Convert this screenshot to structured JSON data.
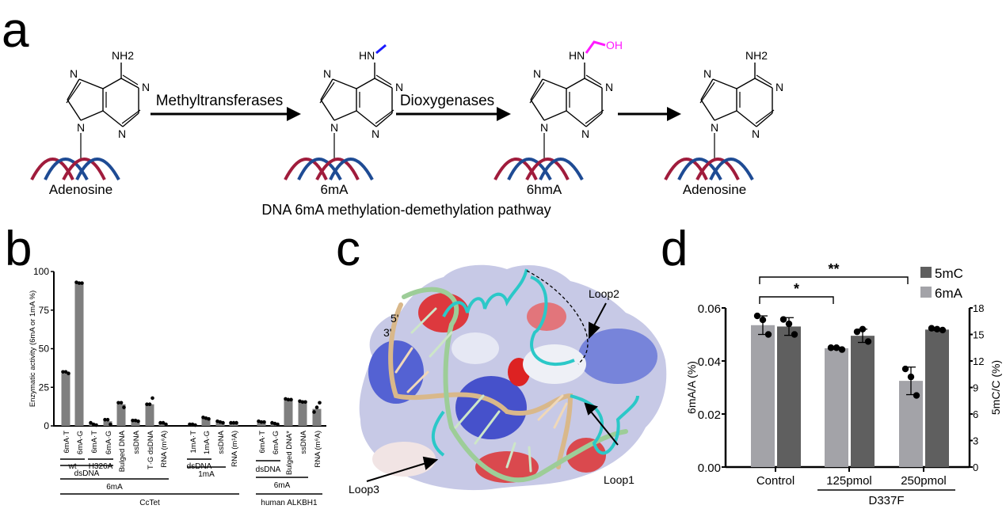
{
  "figure": {
    "panels": {
      "a": {
        "letter": "a",
        "molecules": [
          {
            "name": "Adenosine",
            "substituent": "NH2",
            "substituent_main": "NH",
            "substituent_sub": "2"
          },
          {
            "name": "6mA",
            "substituent": "HN"
          },
          {
            "name": "6hmA",
            "substituent": "HN",
            "tail": "OH"
          },
          {
            "name": "Adenosine",
            "substituent": "NH2",
            "substituent_main": "NH",
            "substituent_sub": "2"
          }
        ],
        "arrows": [
          {
            "label": "Methyltransferases"
          },
          {
            "label": "Dioxygenases"
          },
          {
            "label": ""
          }
        ],
        "ring_atom": "N",
        "caption": "DNA 6mA methylation-demethylation pathway",
        "colors": {
          "methyl": "#1a1aff",
          "hydroxymethyl": "#ff1aff",
          "dna_red": "#a01c3c",
          "dna_blue": "#1e4b94"
        }
      },
      "b": {
        "letter": "b"
      },
      "c": {
        "letter": "c",
        "labels": {
          "five_prime": "5'",
          "three_prime": "3'",
          "loop1": "Loop1",
          "loop2": "Loop2",
          "loop3": "Loop3"
        }
      },
      "d": {
        "letter": "d"
      }
    }
  },
  "chart_data": [
    {
      "panel": "b",
      "type": "bar",
      "ylabel": "Enzymatic activity (6mA or 1mA %)",
      "ylim": [
        0,
        100
      ],
      "yticks": [
        0,
        25,
        50,
        75,
        100
      ],
      "bar_color": "#7f7f7f",
      "categories": [
        "6mA·T",
        "6mA·G",
        "6mA·T",
        "6mA·G",
        "Bulged DNA",
        "ssDNA",
        "T·G dsDNA",
        "RNA (m⁶A)",
        "1mA·T",
        "1mA·G",
        "ssDNA",
        "RNA (m¹A)",
        "6mA·T",
        "6mA·G",
        "Bulged DNA*",
        "ssDNA",
        "RNA (m⁶A)"
      ],
      "values": [
        34,
        92.5,
        1.5,
        3,
        14,
        3,
        14,
        1.5,
        1,
        5,
        2.5,
        2,
        2.5,
        1.5,
        17,
        15.5,
        11
      ],
      "points": [
        [
          35,
          35,
          34
        ],
        [
          93,
          92.5,
          92.5
        ],
        [
          2,
          1,
          0.5
        ],
        [
          4,
          4,
          1
        ],
        [
          15,
          15,
          12
        ],
        [
          3.5,
          3.5,
          3
        ],
        [
          14,
          14,
          18
        ],
        [
          2,
          2,
          1
        ],
        [
          1,
          1,
          0.5
        ],
        [
          5.5,
          5,
          4.5
        ],
        [
          3,
          2.5,
          2
        ],
        [
          2,
          2,
          2
        ],
        [
          3,
          2.5,
          2.5
        ],
        [
          2,
          1.5,
          1
        ],
        [
          17.5,
          17,
          17
        ],
        [
          16,
          15.5,
          15.5
        ],
        [
          9,
          12,
          15
        ]
      ],
      "groups": [
        {
          "label": "wt",
          "level": 1,
          "from": 0,
          "to": 1
        },
        {
          "label": "H326A",
          "level": 1,
          "from": 2,
          "to": 3
        },
        {
          "label": "dsDNA",
          "level": 2,
          "from": 0,
          "to": 3
        },
        {
          "label": "6mA",
          "level": 3,
          "from": 0,
          "to": 7
        },
        {
          "label": "CcTet",
          "level": 4,
          "from": 0,
          "to": 11
        },
        {
          "label": "dsDNA",
          "level": 1,
          "from": 8,
          "to": 9
        },
        {
          "label": "1mA",
          "level": 2,
          "from": 8,
          "to": 10
        },
        {
          "label": "dsDNA",
          "level": 1,
          "from": 12,
          "to": 13
        },
        {
          "label": "6mA",
          "level": 3,
          "from": 12,
          "to": 15
        },
        {
          "label": "human ALKBH1",
          "level": 4,
          "from": 12,
          "to": 16
        }
      ]
    },
    {
      "panel": "d",
      "type": "bar",
      "categories": [
        "Control",
        "125pmol",
        "250pmol"
      ],
      "category_group": {
        "label": "D337F",
        "from": 1,
        "to": 2
      },
      "ylabel": "6mA/A (%)",
      "ylim": [
        0,
        0.06
      ],
      "yticks": [
        "0.00",
        "0.02",
        "0.04",
        "0.06"
      ],
      "y2label": "5mC/C (%)",
      "y2lim": [
        0,
        18
      ],
      "y2ticks": [
        "0",
        "3",
        "6",
        "9",
        "12",
        "15",
        "18"
      ],
      "series": [
        {
          "name": "6mA",
          "axis": "left",
          "color": "#a3a3a8",
          "values": [
            0.0535,
            0.0448,
            0.0325
          ],
          "errors": [
            0.0035,
            0.0004,
            0.0052
          ],
          "points": [
            [
              0.057,
              0.0555,
              0.05
            ],
            [
              0.045,
              0.045,
              0.0443
            ],
            [
              0.037,
              0.034,
              0.027
            ]
          ]
        },
        {
          "name": "5mC",
          "axis": "right",
          "color": "#5f5f5f",
          "values": [
            15.9,
            14.85,
            15.55
          ],
          "errors": [
            1.0,
            0.75,
            0.1
          ],
          "points": [
            [
              16.7,
              16.2,
              15.0
            ],
            [
              15.3,
              15.6,
              14.2
            ],
            [
              15.7,
              15.6,
              15.5
            ]
          ]
        }
      ],
      "legend": {
        "placement": "top-right",
        "entries": [
          "5mC",
          "6mA"
        ]
      },
      "significance": [
        {
          "from": 0,
          "to": 1,
          "label": "*"
        },
        {
          "from": 0,
          "to": 2,
          "label": "**"
        }
      ]
    }
  ]
}
